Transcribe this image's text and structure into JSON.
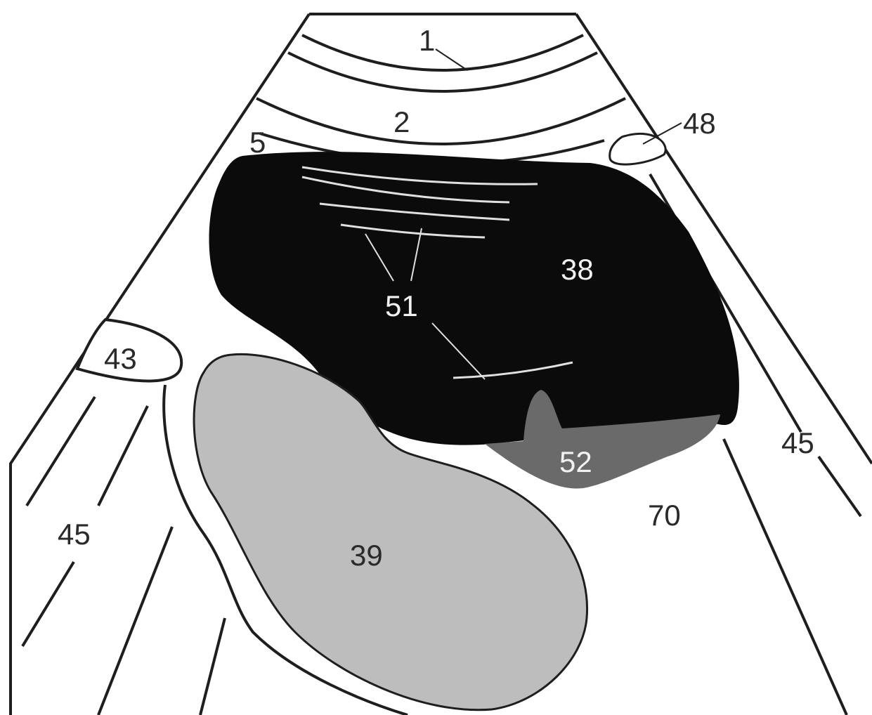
{
  "labels": {
    "l1": "1",
    "l2": "2",
    "l5": "5",
    "l48": "48",
    "l38": "38",
    "l51": "51",
    "l43": "43",
    "l45_left": "45",
    "l45_right": "45",
    "l52": "52",
    "l70": "70",
    "l39": "39"
  },
  "colors": {
    "outline": "#1e1e1e",
    "dark_region": "#0b0b0b",
    "medium_region": "#6a6a6a",
    "light_region": "#bdbdbd",
    "background": "#ffffff"
  }
}
